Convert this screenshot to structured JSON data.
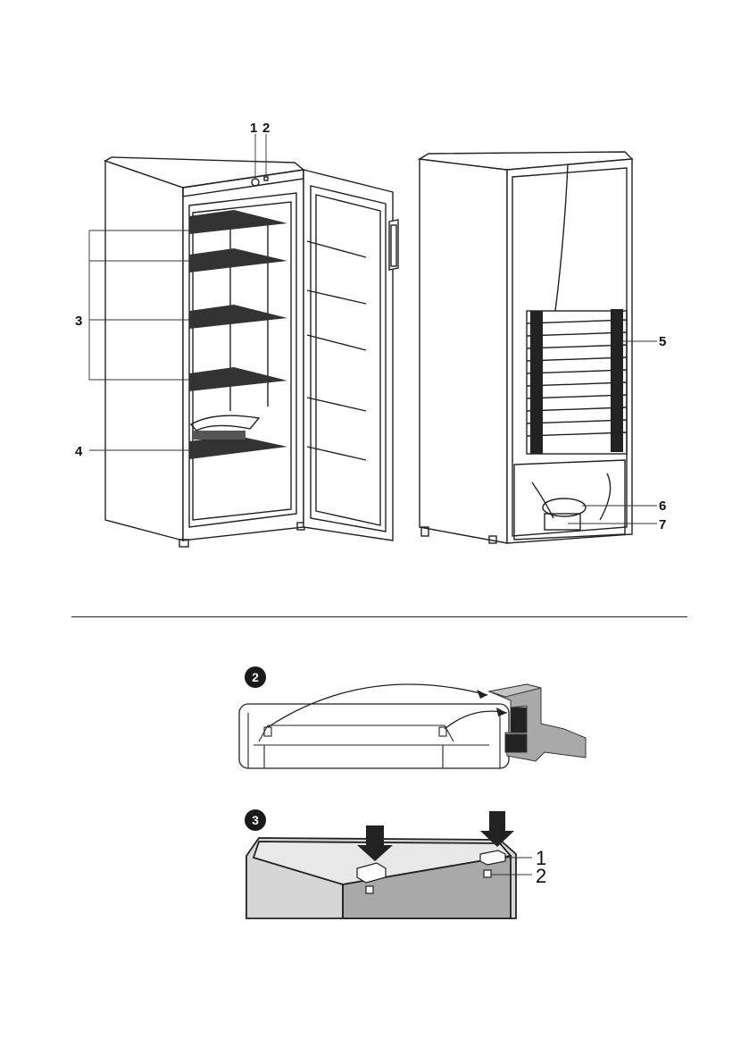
{
  "overview_figure": {
    "front_callouts": [
      "1",
      "2",
      "3",
      "4"
    ],
    "rear_callouts": [
      "5",
      "6",
      "7"
    ]
  },
  "step2": {
    "badge": "2"
  },
  "step3": {
    "badge": "3",
    "callouts": [
      "1",
      "2"
    ]
  },
  "colors": {
    "line": "#222222",
    "panel_gray": "#a9a9a9",
    "panel_light": "#d6d6d6",
    "badge": "#1a1a1a"
  }
}
